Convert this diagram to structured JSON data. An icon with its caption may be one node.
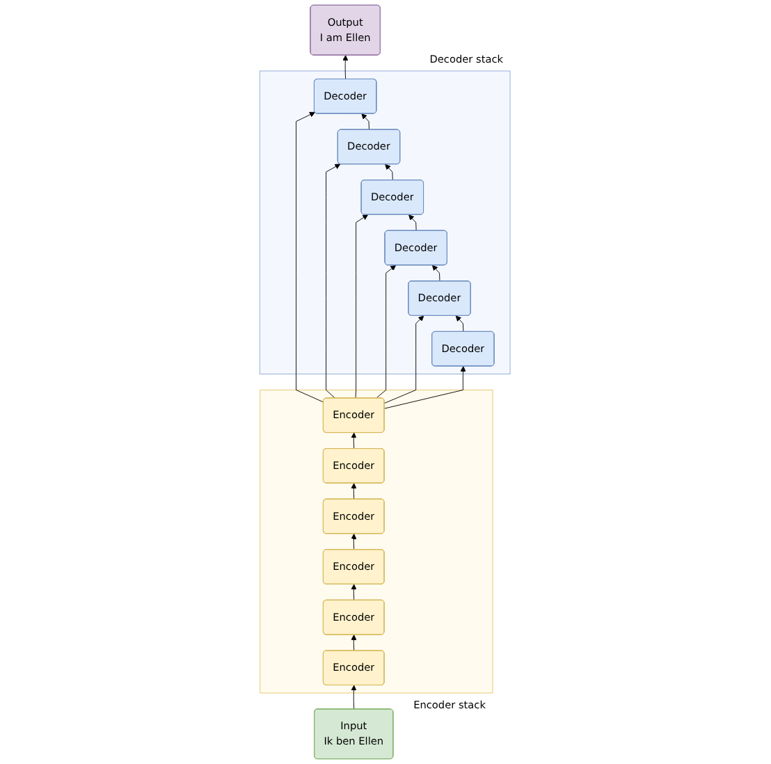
{
  "diagram": {
    "nodes": [
      {
        "text": [
          "Output",
          "I am Ellen"
        ]
      },
      {
        "text": [
          "Encoder stack"
        ]
      },
      {
        "text": [
          "Encoder"
        ],
        "in": 1
      },
      {
        "text": [
          "Encoder"
        ],
        "in": 1
      },
      {
        "text": [
          "Encoder"
        ],
        "in": 1
      },
      {
        "text": [
          "Encoder"
        ],
        "in": 1
      },
      {
        "text": [
          "Encoder"
        ],
        "in": 1
      },
      {
        "text": [
          "Encoder"
        ],
        "in": 1
      },
      {
        "text": [
          "Decoder stack"
        ]
      },
      {
        "text": [
          "Decoder"
        ],
        "in": 8
      },
      {
        "text": [
          "Decoder"
        ],
        "in": 8
      },
      {
        "text": [
          "Decoder"
        ],
        "in": 8
      },
      {
        "text": [
          "Decoder"
        ],
        "in": 8
      },
      {
        "text": [
          "Decoder"
        ],
        "in": 8
      },
      {
        "text": [
          "Decoder"
        ],
        "in": 8
      },
      {
        "text": [
          "Input",
          "Ik ben Ellen"
        ]
      }
    ],
    "edges": [
      {
        "from": 15,
        "to": 7,
        "arrow": "to"
      },
      {
        "from": 7,
        "to": 6,
        "arrow": "to"
      },
      {
        "from": 6,
        "to": 5,
        "arrow": "to"
      },
      {
        "from": 5,
        "to": 4,
        "arrow": "to"
      },
      {
        "from": 4,
        "to": 3,
        "arrow": "to"
      },
      {
        "from": 3,
        "to": 2,
        "arrow": "to"
      },
      {
        "from": 2,
        "to": 9,
        "arrow": "to"
      },
      {
        "from": 2,
        "to": 10,
        "arrow": "to"
      },
      {
        "from": 2,
        "to": 11,
        "arrow": "to"
      },
      {
        "from": 2,
        "to": 12,
        "arrow": "to"
      },
      {
        "from": 2,
        "to": 13,
        "arrow": "to"
      },
      {
        "from": 2,
        "to": 14,
        "arrow": "to"
      },
      {
        "from": 14,
        "to": 13,
        "arrow": "to"
      },
      {
        "from": 13,
        "to": 12,
        "arrow": "to"
      },
      {
        "from": 12,
        "to": 11,
        "arrow": "to"
      },
      {
        "from": 11,
        "to": 10,
        "arrow": "to"
      },
      {
        "from": 10,
        "to": 9,
        "arrow": "to"
      },
      {
        "from": 9,
        "to": 0,
        "arrow": "to"
      }
    ]
  }
}
